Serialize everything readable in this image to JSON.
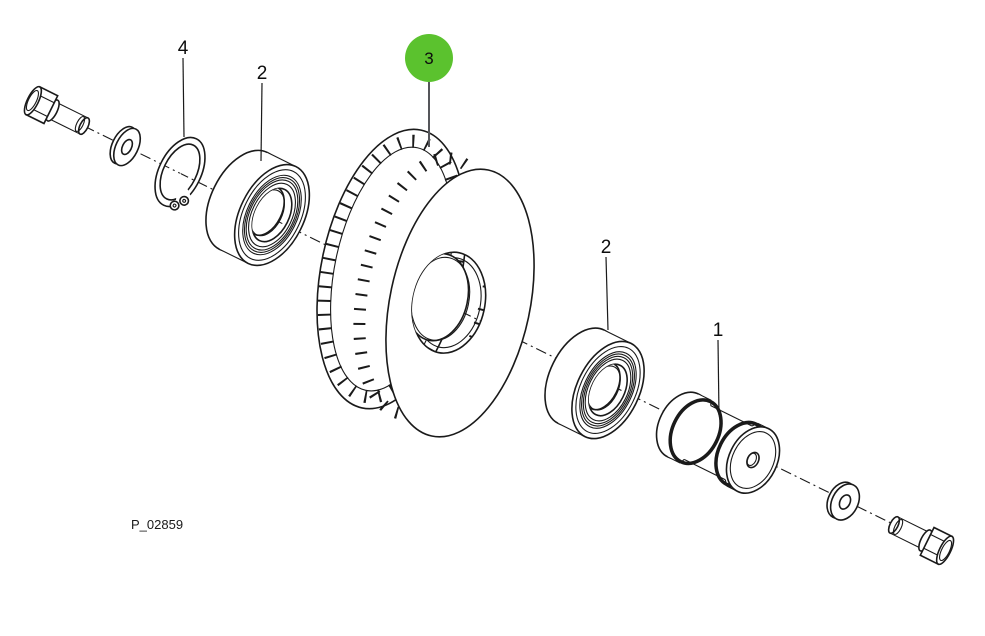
{
  "colors": {
    "background": "#ffffff",
    "line_art": "#1a1a1a",
    "callout_fill": "#5bc22e",
    "callout_text": "#0d0d0d",
    "callout_leader": "#55565a"
  },
  "caption": {
    "part_number": "P_02859"
  },
  "callout": {
    "label": "3"
  },
  "part_labels": {
    "retaining_ring": "4",
    "bearing_left": "2",
    "bearing_right": "2",
    "spacer": "1"
  }
}
